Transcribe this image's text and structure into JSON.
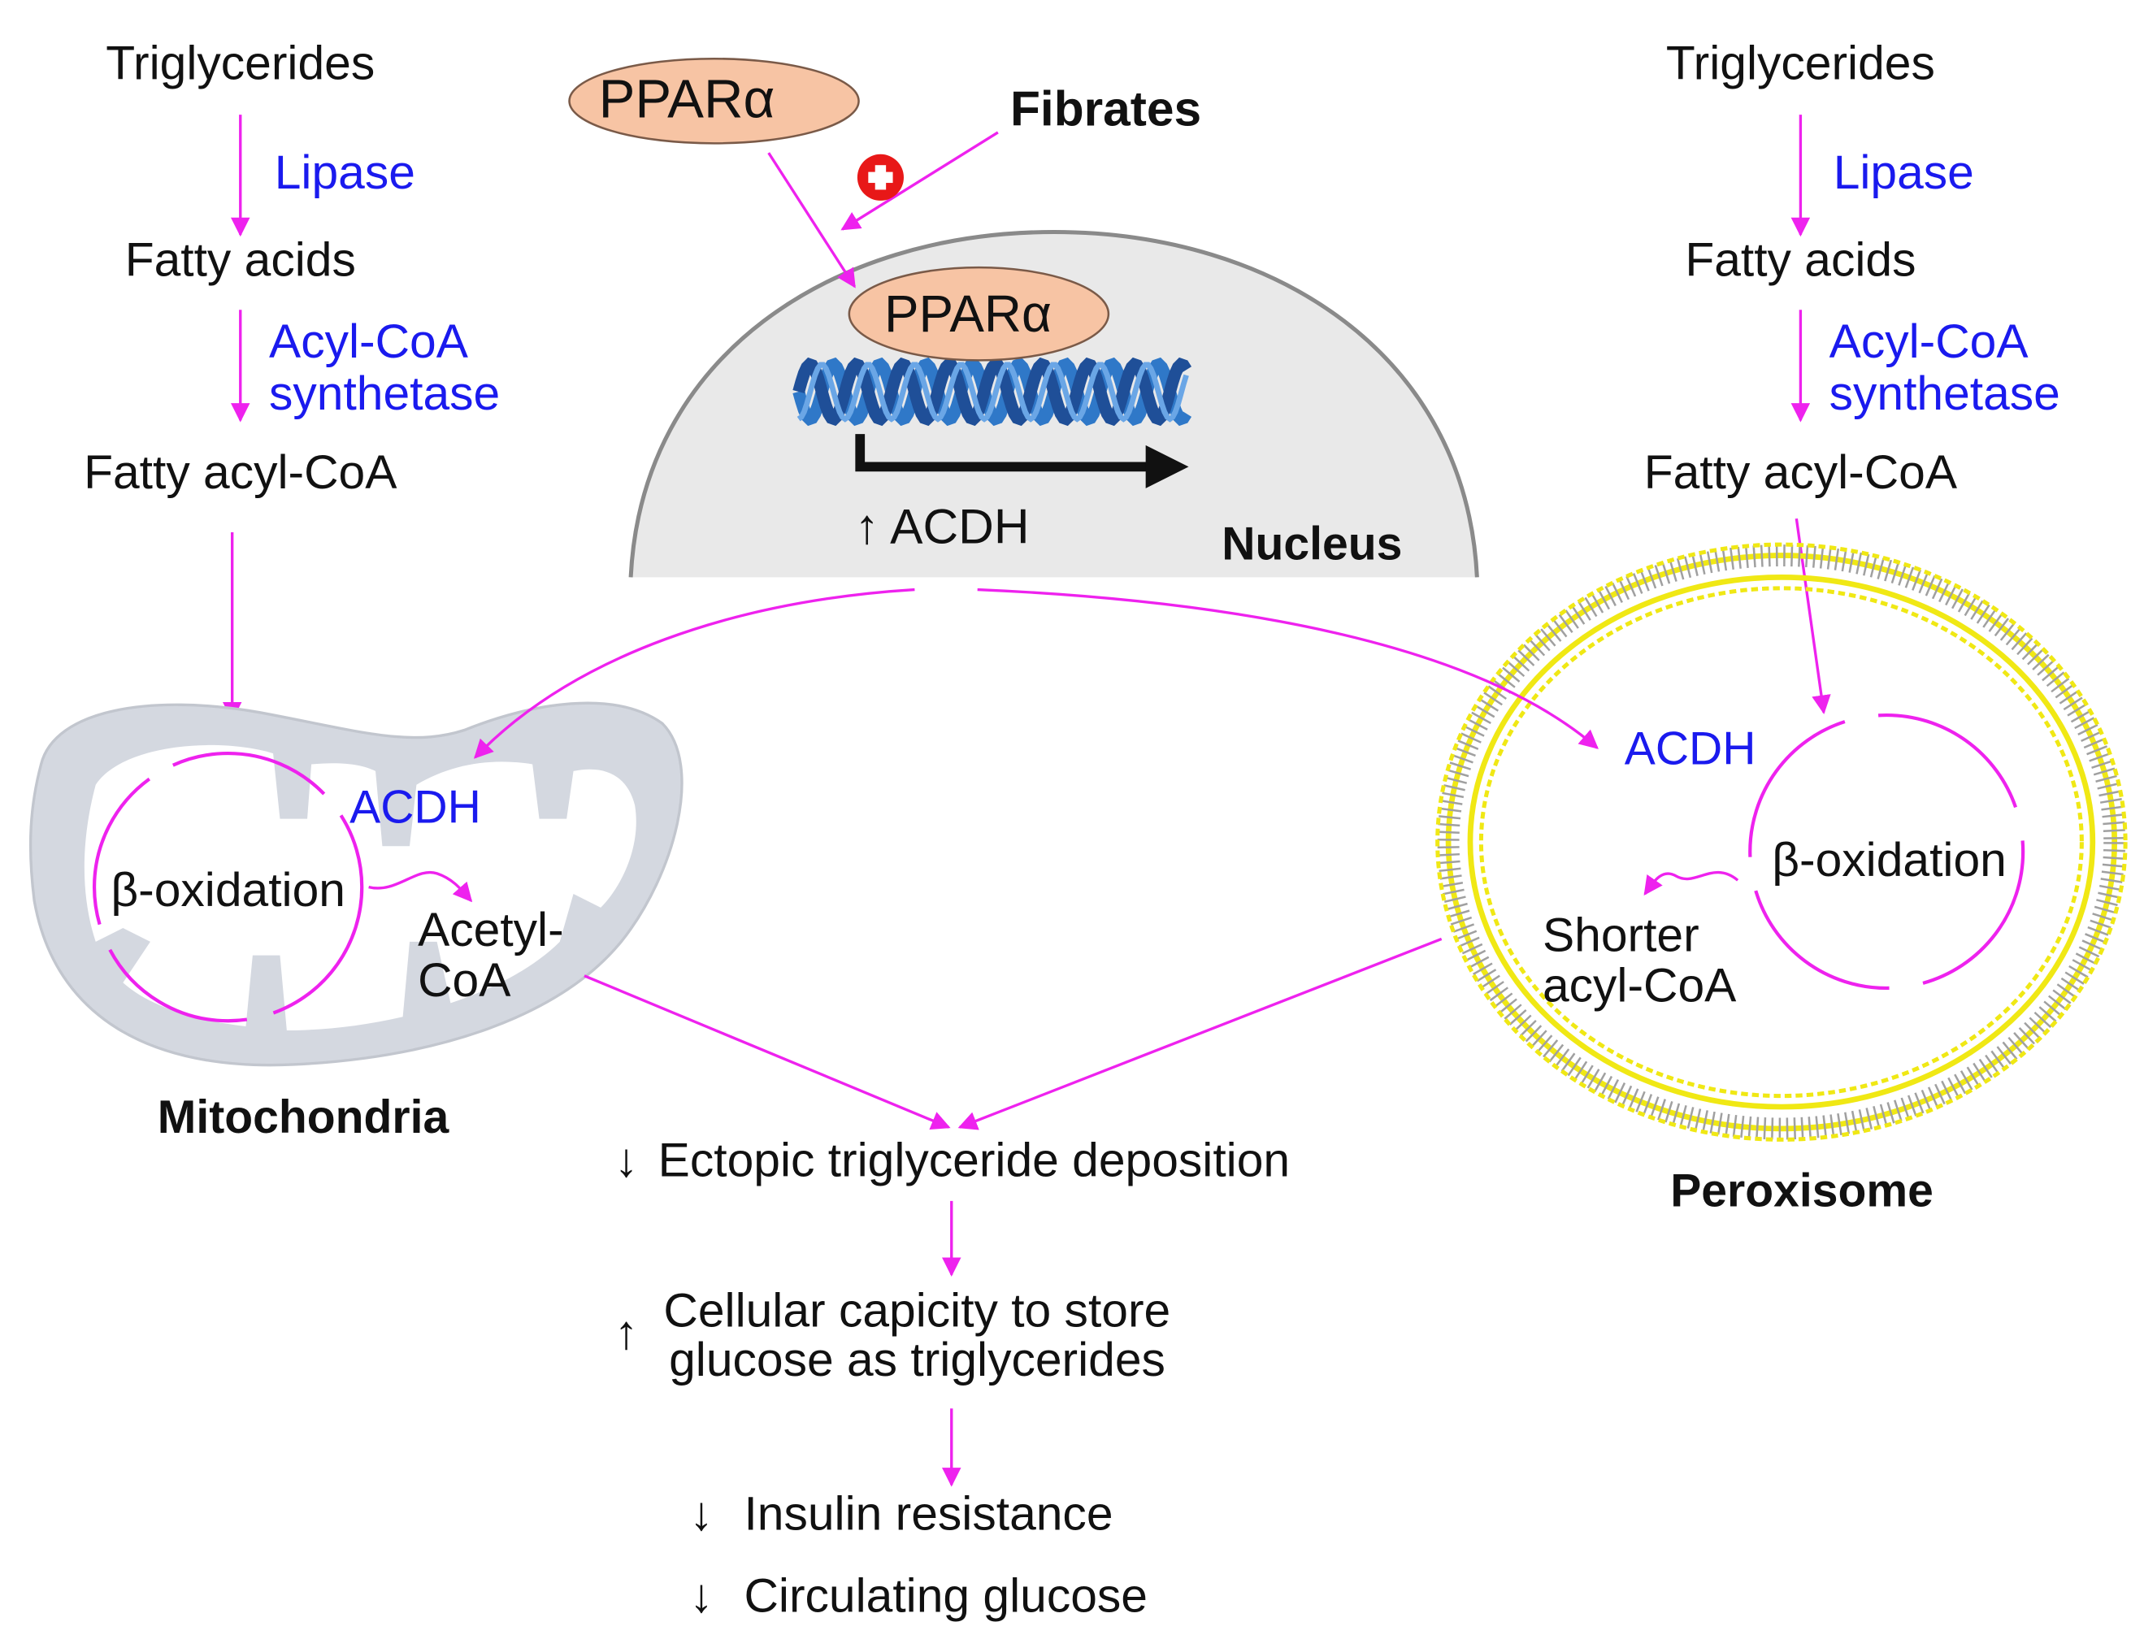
{
  "colors": {
    "arrow": "#ee22ee",
    "enzyme_text": "#1a1aee",
    "text": "#111111",
    "ppar_fill": "#f7c4a4",
    "ppar_stroke": "#7a5a48",
    "nucleus_fill": "#e9e9e9",
    "nucleus_stroke": "#8a8a8a",
    "mito_fill": "#d4d8e0",
    "peroxisome_yellow": "#f0e814",
    "plus_red": "#e81818",
    "dna_blue": "#2f78c8"
  },
  "left_pathway": {
    "substrate": "Triglycerides",
    "enzyme1": "Lipase",
    "product1": "Fatty acids",
    "enzyme2_line1": "Acyl-CoA",
    "enzyme2_line2": "synthetase",
    "product2": "Fatty acyl-CoA"
  },
  "right_pathway": {
    "substrate": "Triglycerides",
    "enzyme1": "Lipase",
    "product1": "Fatty acids",
    "enzyme2_line1": "Acyl-CoA",
    "enzyme2_line2": "synthetase",
    "product2": "Fatty acyl-CoA"
  },
  "nucleus": {
    "ppar_cytoplasm": "PPARα",
    "ppar_bound": "PPARα",
    "drug": "Fibrates",
    "drug_effect_icon": "plus-icon",
    "target_gene_arrow": "↑",
    "target_gene": "ACDH",
    "label": "Nucleus"
  },
  "mitochondria": {
    "enzyme": "ACDH",
    "cycle": "β-oxidation",
    "product_line1": "Acetyl-",
    "product_line2": "CoA",
    "label": "Mitochondria"
  },
  "peroxisome": {
    "enzyme": "ACDH",
    "cycle": "β-oxidation",
    "product_line1": "Shorter",
    "product_line2": "acyl-CoA",
    "label": "Peroxisome"
  },
  "outcomes": [
    {
      "arrow": "↓",
      "line1": "Ectopic triglyceride deposition"
    },
    {
      "arrow": "↑",
      "line1": "Cellular capicity to store",
      "line2": "glucose as triglycerides"
    },
    {
      "arrow": "↓",
      "line1": "Insulin resistance"
    },
    {
      "arrow": "↓",
      "line1": "Circulating glucose"
    }
  ]
}
